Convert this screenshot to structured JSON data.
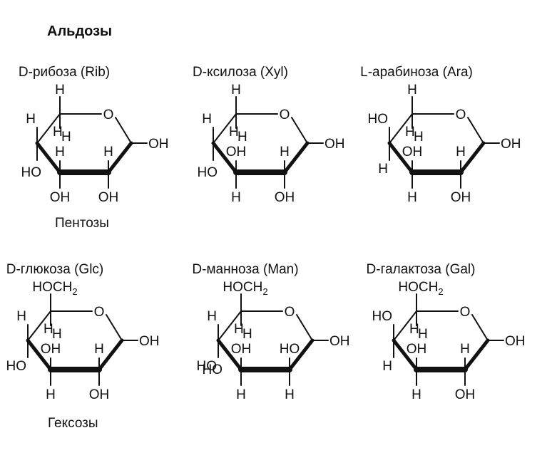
{
  "heading": "Альдозы",
  "groups": {
    "pentoses": "Пентозы",
    "hexoses": "Гексозы"
  },
  "molecules": [
    {
      "name": "D-рибоза (Rib)",
      "top": [
        "H"
      ],
      "c5": [
        "H",
        "H"
      ],
      "c4": [
        "H",
        ""
      ],
      "c3": [
        "H",
        "HO"
      ],
      "c2": [
        "H",
        ""
      ],
      "down": [
        "OH",
        "OH"
      ],
      "anomeric": "OH",
      "ring_o": "O"
    },
    {
      "name": "D-ксилоза (Xyl)",
      "top": [
        "H"
      ],
      "c5": [
        "H",
        "H"
      ],
      "c4": [
        "H",
        ""
      ],
      "c3": [
        "OH",
        "HO"
      ],
      "c2": [
        "H",
        ""
      ],
      "down": [
        "H",
        "OH"
      ],
      "anomeric": "OH",
      "ring_o": "O"
    },
    {
      "name": "L-арабиноза (Ara)",
      "top": [
        "H"
      ],
      "c5": [
        "H",
        "HO"
      ],
      "c4": [
        "H",
        "H"
      ],
      "c3": [
        "OH",
        ""
      ],
      "c2": [
        "H",
        ""
      ],
      "down": [
        "H",
        "OH"
      ],
      "anomeric": "OH",
      "ring_o": "O"
    },
    {
      "name": "D-глюкоза (Glc)",
      "top": [
        "HOCH2"
      ],
      "c5": [
        "H",
        "H"
      ],
      "c4": [
        "H",
        "HO"
      ],
      "c3": [
        "OH",
        ""
      ],
      "c2": [
        "H",
        ""
      ],
      "down": [
        "H",
        "OH"
      ],
      "anomeric": "OH",
      "ring_o": "O"
    },
    {
      "name": "D-манноза (Man)",
      "top": [
        "HOCH2"
      ],
      "c5": [
        "H",
        "H"
      ],
      "c4": [
        "H",
        "HO"
      ],
      "c3": [
        "OH",
        "HO"
      ],
      "c2": [
        "",
        ""
      ],
      "down": [
        "H",
        "H"
      ],
      "anomeric": "OH",
      "ring_o": "O"
    },
    {
      "name": "D-галактоза (Gal)",
      "top": [
        "HOCH2"
      ],
      "c5": [
        "H",
        "HO"
      ],
      "c4": [
        "H",
        "H"
      ],
      "c3": [
        "OH",
        ""
      ],
      "c2": [
        "H",
        ""
      ],
      "down": [
        "H",
        "OH"
      ],
      "anomeric": "OH",
      "ring_o": "O"
    }
  ]
}
